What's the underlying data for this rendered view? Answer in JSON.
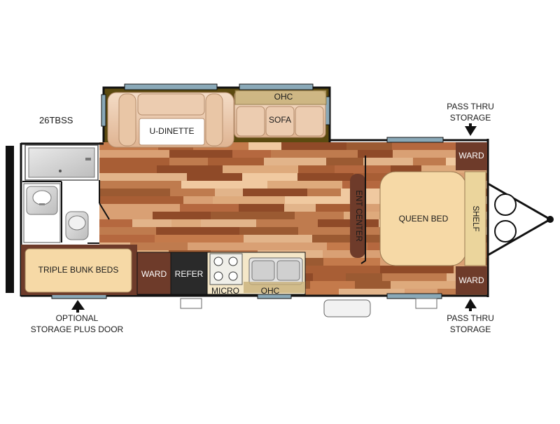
{
  "model": "26TBSS",
  "labels": {
    "u_dinette": "U-DINETTE",
    "sofa": "SOFA",
    "ohc_top": "OHC",
    "ent_center": "ENT CENTER",
    "queen_bed": "QUEEN BED",
    "shelf": "SHELF",
    "ward_top": "WARD",
    "ward_bottom": "WARD",
    "ward_bunk": "WARD",
    "refer": "REFER",
    "micro": "MICRO",
    "ohc_kitchen": "OHC",
    "triple_bunk_beds": "TRIPLE BUNK BEDS"
  },
  "callouts": {
    "pass_thru_top": [
      "PASS THRU",
      "STORAGE"
    ],
    "pass_thru_bottom": [
      "PASS THRU",
      "STORAGE"
    ],
    "optional_storage": [
      "OPTIONAL",
      "STORAGE PLUS DOOR"
    ]
  },
  "colors": {
    "wall": "#111111",
    "window": "#8aa9b8",
    "bed": "#f6d9a6",
    "ward": "#6e3b2a",
    "refer": "#2a2a2a",
    "slide_floor": "#5c4a10"
  }
}
